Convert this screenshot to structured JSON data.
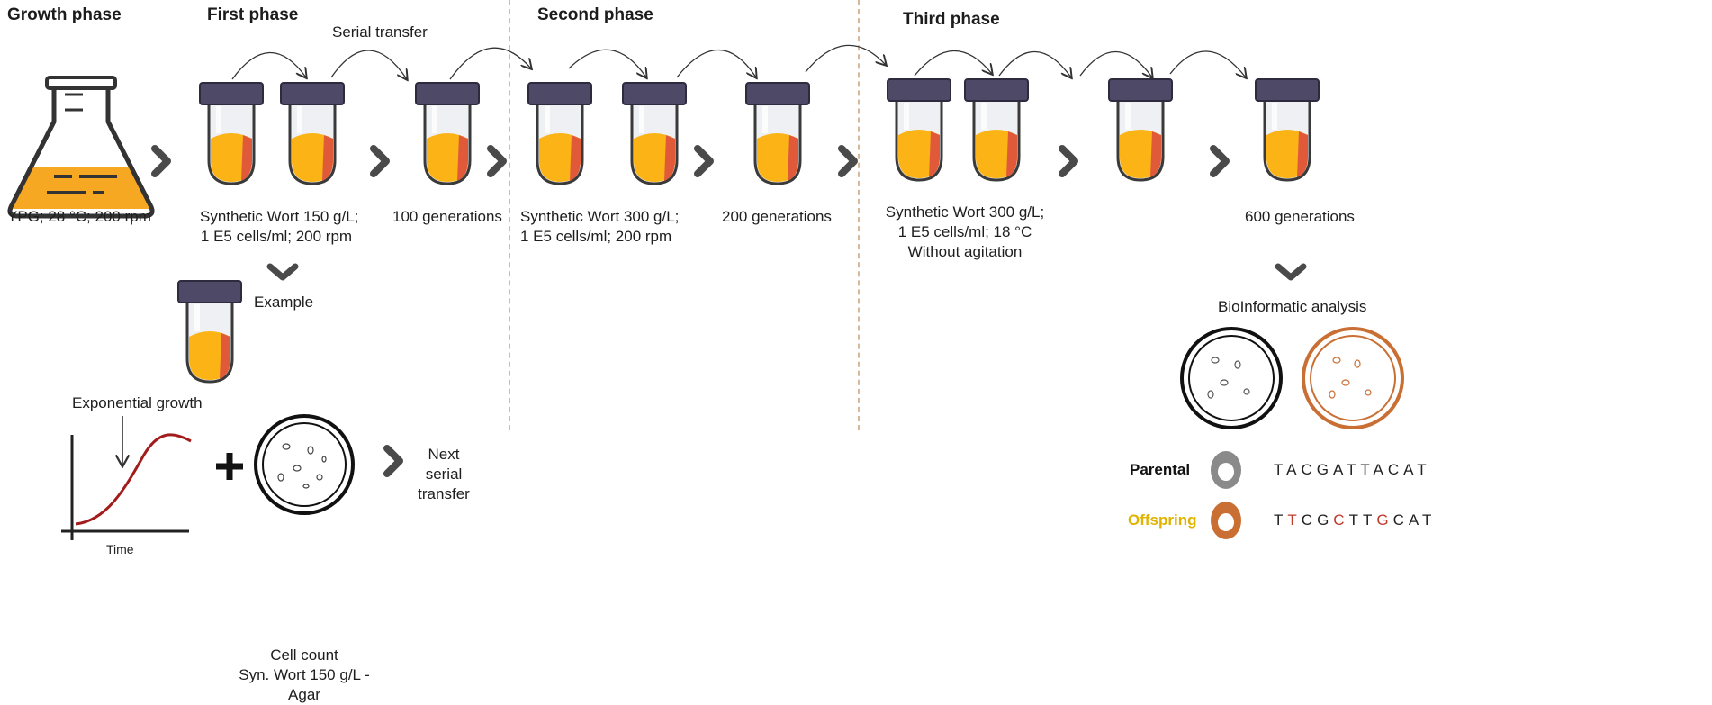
{
  "phases": {
    "growth": "Growth phase",
    "first": "First phase",
    "second": "Second phase",
    "third": "Third phase"
  },
  "serial_transfer": "Serial transfer",
  "conditions": {
    "growth": "YPG; 28 °C; 200 rpm",
    "first_line1": "Synthetic Wort 150 g/L;",
    "first_line2": "1 E5 cells/ml; 200 rpm",
    "second_line1": "Synthetic Wort 300 g/L;",
    "second_line2": "1 E5 cells/ml; 200 rpm",
    "third_line1": "Synthetic Wort 300 g/L;",
    "third_line2": "1 E5 cells/ml; 18 °C",
    "third_line3": "Without agitation"
  },
  "generations": {
    "g100": "100 generations",
    "g200": "200 generations",
    "g600": "600 generations"
  },
  "example": {
    "label": "Example",
    "exp_growth": "Exponential growth",
    "time": "Time",
    "next_line1": "Next",
    "next_line2": "serial",
    "next_line3": "transfer",
    "count_line1": "Cell count",
    "count_line2": "Syn. Wort 150 g/L -",
    "count_line3": "Agar"
  },
  "analysis": {
    "label": "BioInformatic analysis",
    "parental": "Parental",
    "offspring": "Offspring",
    "parental_seq": "TACGATTACAT",
    "offspring_seq": [
      {
        "t": "T",
        "red": false
      },
      {
        "t": "T",
        "red": true
      },
      {
        "t": "C",
        "red": false
      },
      {
        "t": "G",
        "red": false
      },
      {
        "t": "C",
        "red": true
      },
      {
        "t": "T",
        "red": false
      },
      {
        "t": "T",
        "red": false
      },
      {
        "t": "G",
        "red": true
      },
      {
        "t": "C",
        "red": false
      },
      {
        "t": "A",
        "red": false
      },
      {
        "t": "T",
        "red": false
      }
    ]
  },
  "colors": {
    "tube_cap": "#4d4966",
    "tube_liquid": "#fbb316",
    "tube_liquid_side": "#e05a3a",
    "flask_liquid": "#f7a823",
    "arrow": "#4a4a4a",
    "divider": "#d9b89a",
    "curve": "#a31c1c",
    "parental_ring": "#8a8a8a",
    "offspring_ring": "#c96f33",
    "offspring_text": "#e0b300",
    "mutation": "#c0392b"
  }
}
